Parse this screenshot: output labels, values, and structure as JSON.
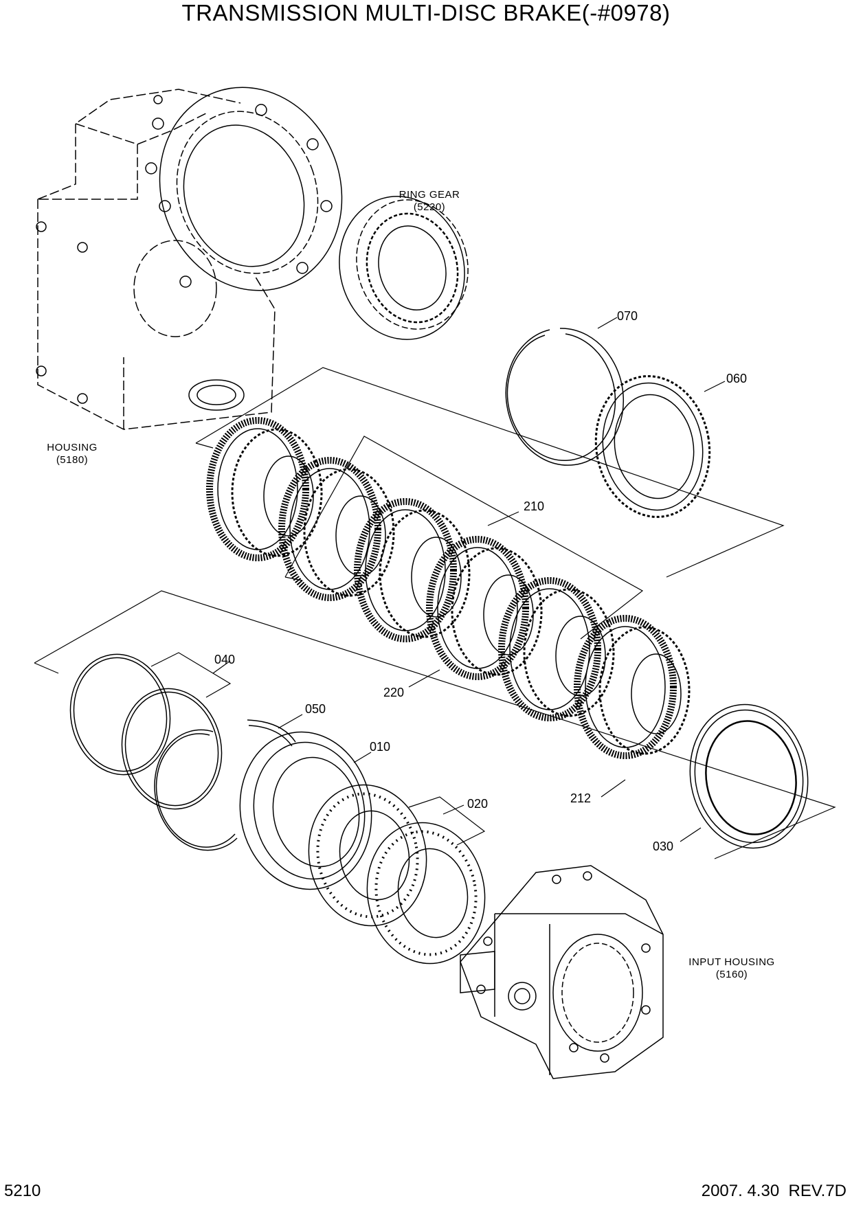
{
  "title": "TRANSMISSION MULTI-DISC BRAKE(-#0978)",
  "references": {
    "ring_gear": {
      "name": "RING GEAR",
      "code": "(5220)"
    },
    "housing": {
      "name": "HOUSING",
      "code": "(5180)"
    },
    "input_housing": {
      "name": "INPUT HOUSING",
      "code": "(5160)"
    }
  },
  "part_numbers": {
    "p070": "070",
    "p060": "060",
    "p210": "210",
    "p220": "220",
    "p040": "040",
    "p050": "050",
    "p010": "010",
    "p020": "020",
    "p212": "212",
    "p030": "030"
  },
  "footer": {
    "page_number": "5210",
    "revision": "2007. 4.30  REV.7D"
  }
}
